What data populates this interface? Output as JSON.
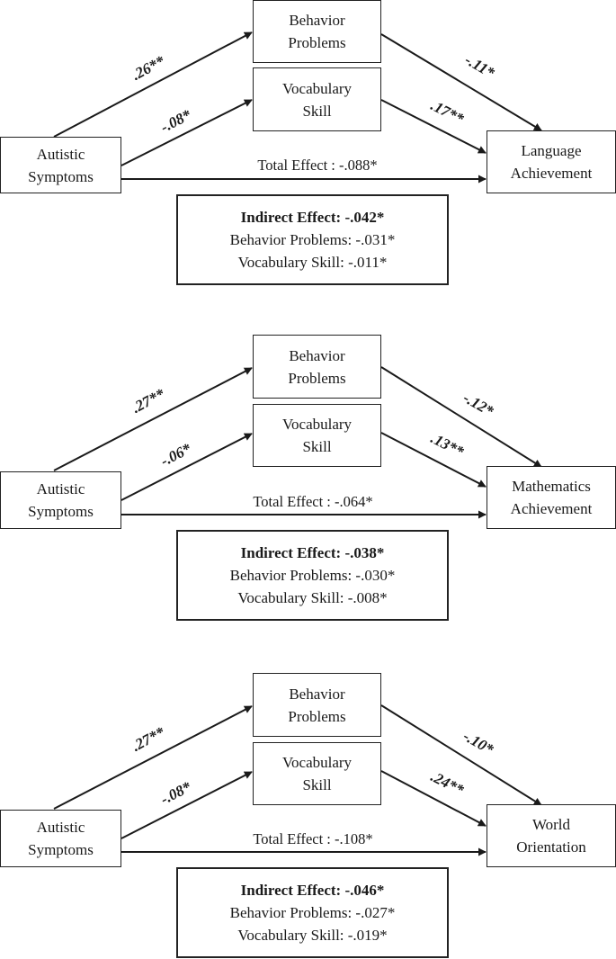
{
  "nodes": {
    "behavior_line1": "Behavior",
    "behavior_line2": "Problems",
    "vocab_line1": "Vocabulary",
    "vocab_line2": "Skill",
    "autistic_line1": "Autistic",
    "autistic_line2": "Symptoms"
  },
  "panels": [
    {
      "outcome_line1": "Language",
      "outcome_line2": "Achievement",
      "coef_autistic_behavior": ".26**",
      "coef_autistic_vocab": "-.08*",
      "coef_behavior_outcome": "-.11*",
      "coef_vocab_outcome": ".17**",
      "total_effect": "Total Effect : -.088*",
      "indirect_effect": "Indirect Effect: -.042*",
      "indirect_behavior": "Behavior Problems: -.031*",
      "indirect_vocab": "Vocabulary Skill: -.011*"
    },
    {
      "outcome_line1": "Mathematics",
      "outcome_line2": "Achievement",
      "coef_autistic_behavior": ".27**",
      "coef_autistic_vocab": "-.06*",
      "coef_behavior_outcome": "-.12*",
      "coef_vocab_outcome": ".13**",
      "total_effect": "Total Effect : -.064*",
      "indirect_effect": "Indirect Effect: -.038*",
      "indirect_behavior": "Behavior Problems: -.030*",
      "indirect_vocab": "Vocabulary Skill: -.008*"
    },
    {
      "outcome_line1": "World",
      "outcome_line2": "Orientation",
      "coef_autistic_behavior": ".27**",
      "coef_autistic_vocab": "-.08*",
      "coef_behavior_outcome": "-.10*",
      "coef_vocab_outcome": ".24**",
      "total_effect": "Total Effect : -.108*",
      "indirect_effect": "Indirect Effect: -.046*",
      "indirect_behavior": "Behavior Problems: -.027*",
      "indirect_vocab": "Vocabulary Skill: -.019*"
    }
  ]
}
